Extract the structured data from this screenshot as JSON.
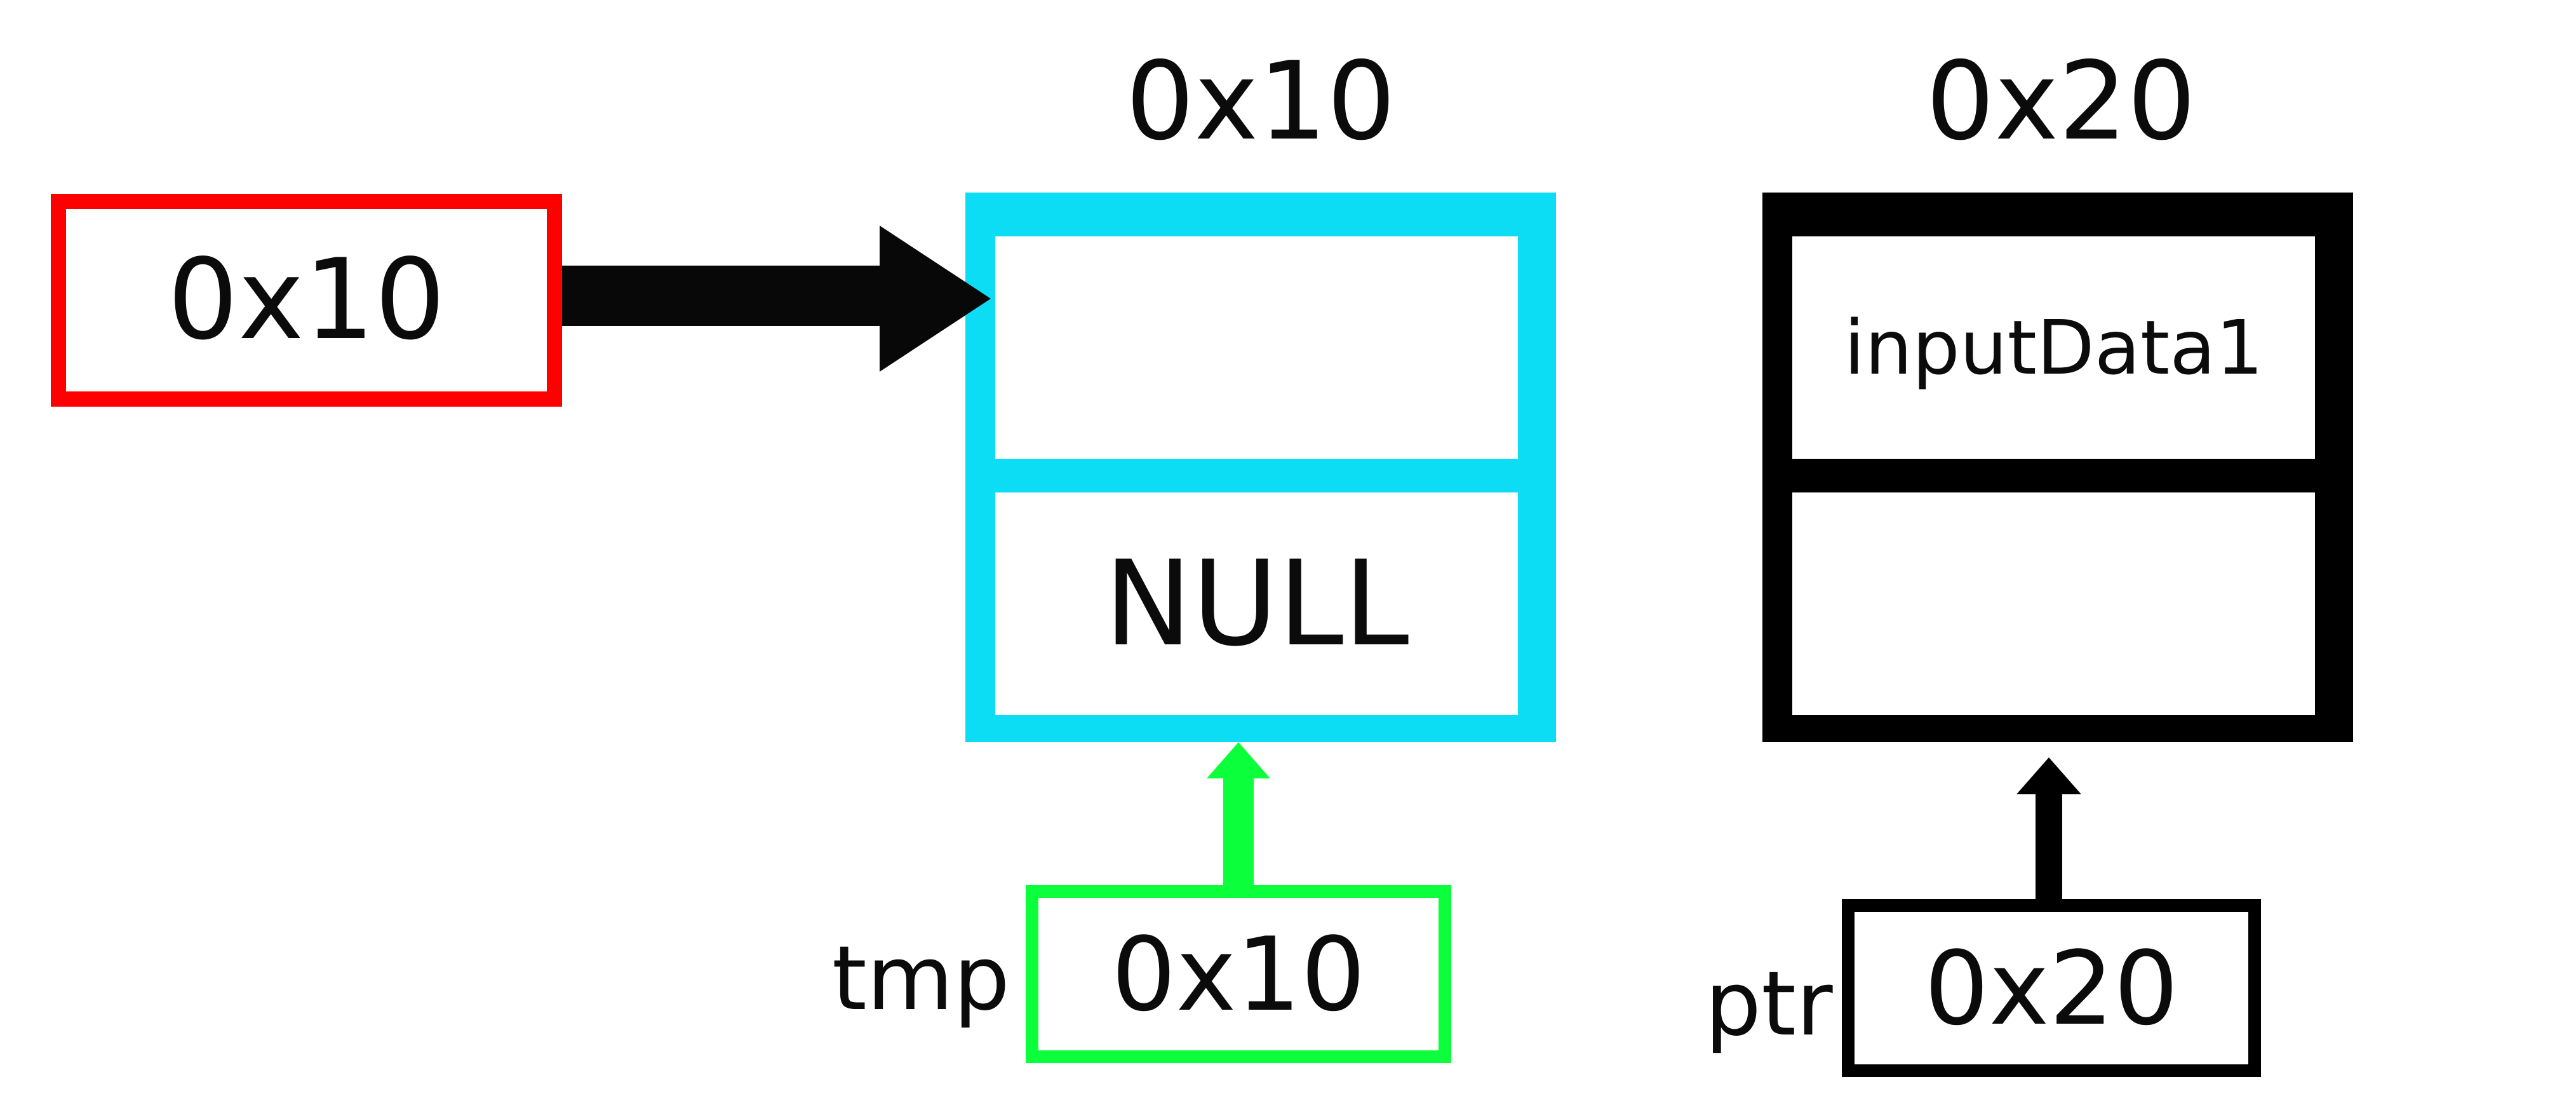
{
  "head_pointer": {
    "value": "0x10"
  },
  "node_1": {
    "address": "0x10",
    "data": "",
    "next": "NULL",
    "border_color": "#0ddcf5"
  },
  "node_2": {
    "address": "0x20",
    "data": "inputData1",
    "next": "",
    "border_color": "#000000"
  },
  "tmp_pointer": {
    "label": "tmp",
    "value": "0x10",
    "border_color": "#0bff3a"
  },
  "ptr_pointer": {
    "label": "ptr",
    "value": "0x20",
    "border_color": "#000000"
  },
  "colors": {
    "head_border": "#ff0000",
    "arrow_main": "#080808",
    "arrow_tmp": "#0bff3a",
    "arrow_ptr": "#000000"
  }
}
